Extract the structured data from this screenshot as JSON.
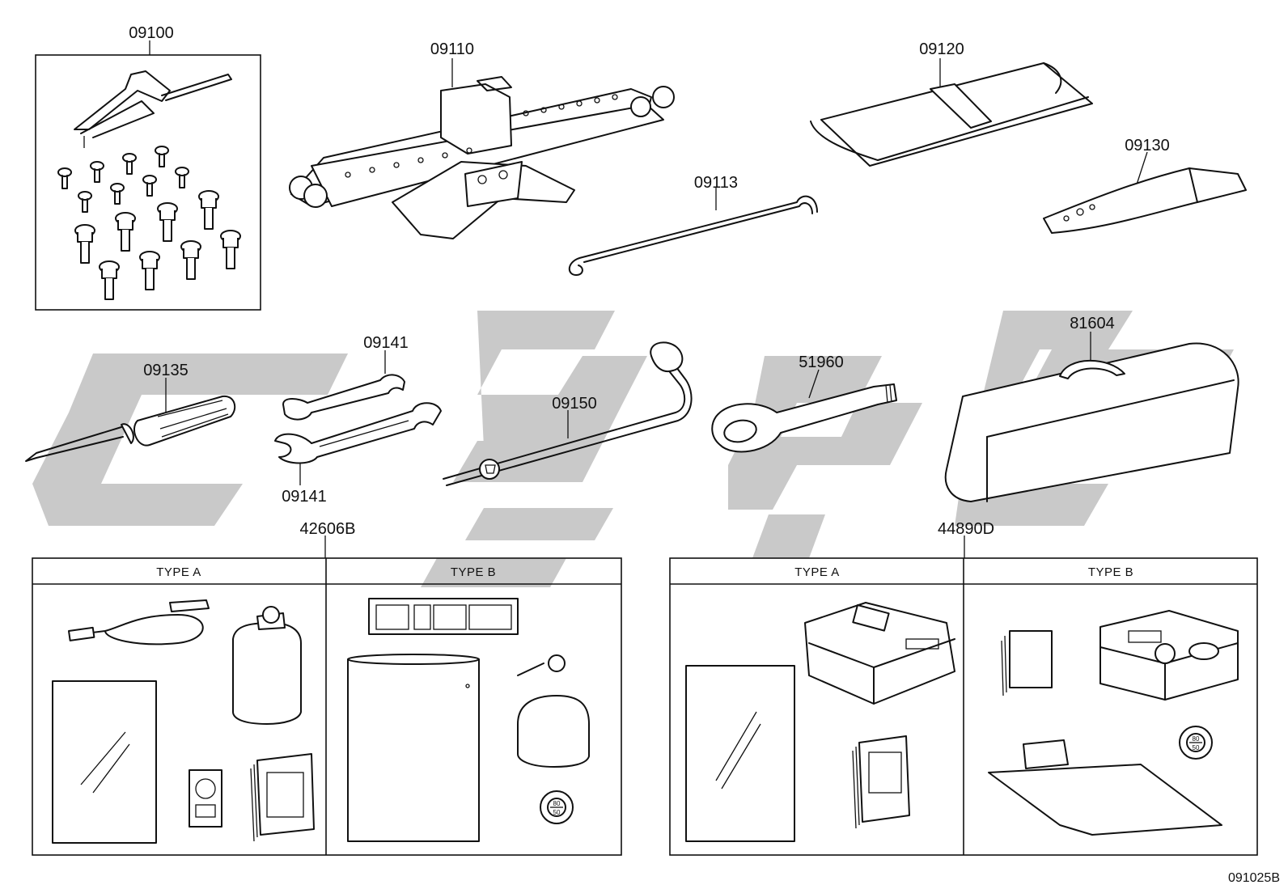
{
  "parts": {
    "p09100": "09100",
    "p09110": "09110",
    "p09120": "09120",
    "p09130": "09130",
    "p09113": "09113",
    "p09135": "09135",
    "p09141_top": "09141",
    "p09141_bottom": "09141",
    "p09150": "09150",
    "p51960": "51960",
    "p81604": "81604",
    "p42606B": "42606B",
    "p44890D": "44890D"
  },
  "kits": {
    "left": {
      "type_a_label": "TYPE A",
      "type_b_label": "TYPE B",
      "gauge_top": "80",
      "gauge_bottom": "50"
    },
    "right": {
      "type_a_label": "TYPE A",
      "type_b_label": "TYPE B",
      "gauge_top": "80",
      "gauge_bottom": "50"
    }
  },
  "diagram_code": "091025B"
}
